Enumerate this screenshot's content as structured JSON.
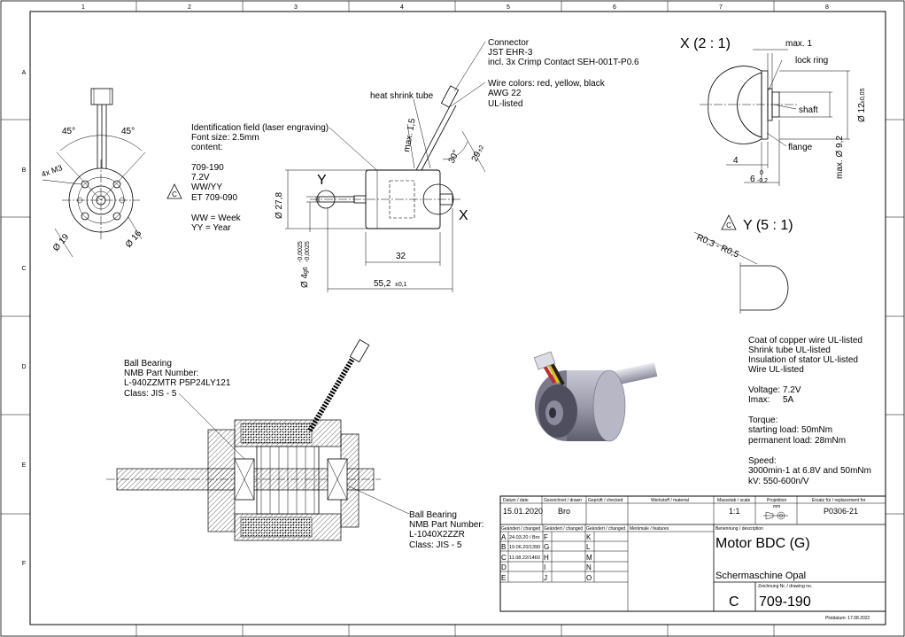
{
  "border": {
    "columns": [
      "1",
      "2",
      "3",
      "4",
      "5",
      "6",
      "7",
      "8"
    ],
    "rows": [
      "A",
      "B",
      "C",
      "D",
      "E",
      "F"
    ]
  },
  "front_view": {
    "angle_left": "45°",
    "angle_right": "45°",
    "screws": "4x M3",
    "dia_19": "Ø 19",
    "dia_16": "Ø 16"
  },
  "id_field": {
    "title": "Identification field (laser engraving)",
    "font_size": "Font size: 2.5mm",
    "content": "content:",
    "line1": "709-190",
    "line2": "7.2V",
    "line3": "WW/YY",
    "line4": "ET 709-090",
    "rev_marker": "C",
    "ww": "WW = Week",
    "yy": "YY = Year"
  },
  "side_view": {
    "heat_shrink": "heat shrink tube",
    "dia_27": "Ø 27,8",
    "label_y": "Y",
    "label_x": "X",
    "dim_32": "32",
    "dim_55": "55,2",
    "dim_55_tol": "±0,1",
    "shaft_dia": "Ø 4",
    "shaft_fit": "g6",
    "tol_upper": "-0,0025",
    "tol_lower": "-0,0025",
    "max_15": "max. 1,5",
    "angle_30": "30°",
    "dim_29": "29",
    "dim_29_tol": "±2",
    "connector_title": "Connector",
    "connector_type": "JST EHR-3",
    "connector_contact": "incl. 3x Crimp Contact SEH-001T-P0.6",
    "wire_colors": "Wire colors: red, yellow, black",
    "awg": "AWG 22",
    "ul": "UL-listed"
  },
  "detail_x": {
    "title": "X (2 : 1)",
    "max1": "max. 1",
    "lock_ring": "lock ring",
    "shaft": "shaft",
    "flange": "flange",
    "dia_12": "Ø 12",
    "dia_12_tol": "±0,05",
    "dia_92": "max. Ø 9,2",
    "dim_4": "4",
    "dim_6": "6",
    "dim_6_tol_upper": "0",
    "dim_6_tol_lower": "-0,2"
  },
  "detail_y": {
    "title": "Y (5 : 1)",
    "rev_marker": "C",
    "radius": "R0,3 - R0,5"
  },
  "bearing1": {
    "title": "Ball Bearing",
    "pn_label": "NMB Part Number:",
    "pn": "L-940ZZMTR P5P24LY121",
    "cls": "Class: JIS - 5"
  },
  "bearing2": {
    "title": "Ball Bearing",
    "pn_label": "NMB Part Number:",
    "pn": "L-1040X2ZZR",
    "cls": "Class: JIS - 5"
  },
  "notes": {
    "n1": "Coat of copper wire UL-listed",
    "n2": "Shrink tube UL-listed",
    "n3": "Insulation of stator UL-listed",
    "n4": "Wire UL-listed",
    "voltage": "Voltage: 7.2V",
    "imax_label": "Imax:",
    "imax_value": "5A",
    "torque": "Torque:",
    "starting": "starting load: 50mNm",
    "permanent": "permanent load: 28mNm",
    "speed": "Speed:",
    "speed1": "3000min-1 at 6.8V and 50mNm",
    "kv": "kV: 550-600n/V"
  },
  "title_block": {
    "h_date": "Datum / date",
    "h_drawn": "Gezeichnet / drawn",
    "h_checked": "Geprüft / checked",
    "h_material": "Werkstoff / material",
    "h_scale": "Massstab / scale",
    "h_projection": "Projektion",
    "h_projection_unit": "mm",
    "h_replacement": "Ersatz für / replacement for",
    "date": "15.01.2020",
    "drawn": "Bro",
    "scale": "1:1",
    "replacement": "P0306-21",
    "h_changed1": "Geändert / changed",
    "h_changed2": "Geändert / changed",
    "h_changed3": "Geändert / changed",
    "h_features": "Merkmale / features",
    "h_description": "Benennung / description",
    "rev_a": "A",
    "rev_a_text": "24.03.20 / Bro",
    "rev_b": "B",
    "rev_b_text": "19.06.20/1390",
    "rev_c": "C",
    "rev_c_text": "11.08.22/1460",
    "rev_d": "D",
    "rev_e": "E",
    "rev_f": "F",
    "rev_g": "G",
    "rev_h": "H",
    "rev_i": "I",
    "rev_j": "J",
    "rev_k": "K",
    "rev_l": "L",
    "rev_m": "M",
    "rev_n": "N",
    "rev_o": "O",
    "description": "Motor BDC (G)",
    "subtitle": "Schermaschine Opal",
    "h_drawing_no": "Zeichnung Nr. / drawing no.",
    "revision": "C",
    "drawing_no": "709-190",
    "plot_date": "Plotdatum: 17.08.2022"
  }
}
